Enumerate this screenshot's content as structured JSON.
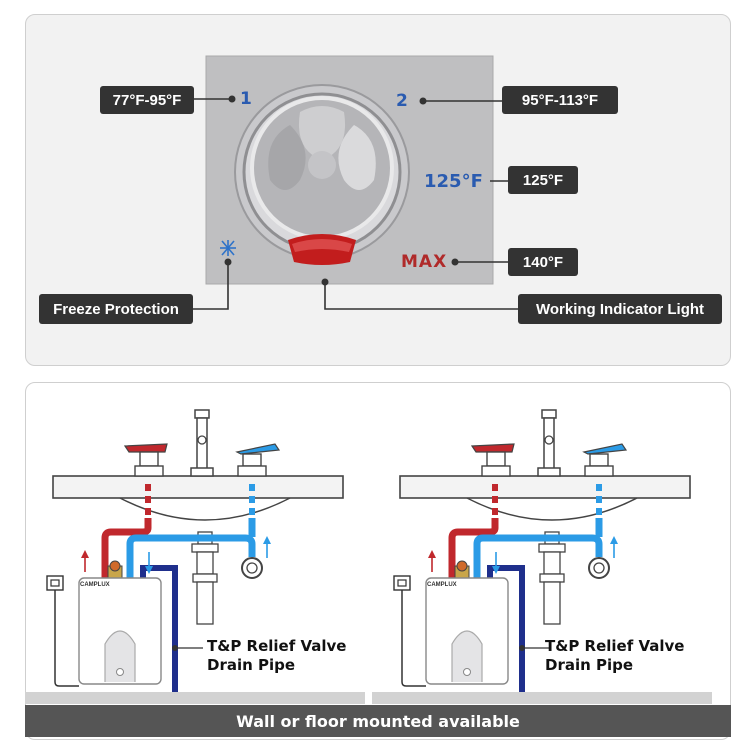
{
  "dial_panel": {
    "setting_1": "1",
    "setting_2": "2",
    "setting_125": "125°F",
    "setting_max": "MAX",
    "labels": {
      "range_1": "77°F-95°F",
      "range_2": "95°F-113°F",
      "temp_125": "125°F",
      "temp_max": "140°F",
      "freeze": "Freeze Protection",
      "indicator": "Working Indicator Light"
    }
  },
  "install_panel": {
    "left_caption_line1": "T&P Relief Valve",
    "left_caption_line2": "Drain Pipe",
    "right_caption_line1": "T&P Relief Valve",
    "right_caption_line2": "Drain Pipe",
    "brand_left": "CAMPLUX",
    "brand_right": "CAMPLUX",
    "footer": "Wall or floor mounted available"
  },
  "colors": {
    "hot_pipe": "#c0282d",
    "cold_pipe": "#2b9be6",
    "drain_pipe": "#1f2f8c",
    "label_bg": "#333333",
    "dial_text": "#2a5bb0",
    "max_text": "#b02a2a"
  },
  "icons": [
    "snowflake-icon",
    "outlet-icon",
    "faucet-icon",
    "hot-handle-icon",
    "cold-handle-icon"
  ]
}
